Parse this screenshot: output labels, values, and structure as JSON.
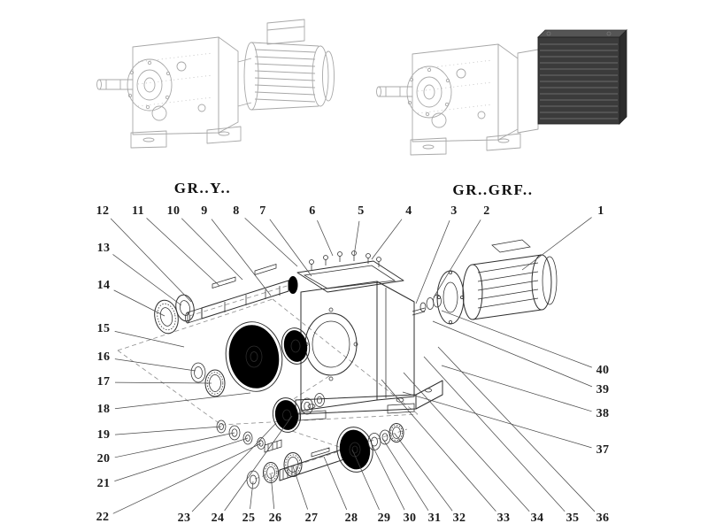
{
  "figure": {
    "left_model_label": "GR..Y..",
    "right_model_label": "GR..GRF..",
    "line_color_dark": "#2e2e2e",
    "line_color_light": "#a8a8a8",
    "callouts_top": [
      "12",
      "11",
      "10",
      "9",
      "8",
      "7",
      "6",
      "5",
      "4",
      "3",
      "2",
      "1"
    ],
    "callouts_left": [
      "13",
      "14",
      "15",
      "16",
      "17",
      "18",
      "19",
      "20",
      "21",
      "22"
    ],
    "callouts_bottom": [
      "23",
      "24",
      "25",
      "26",
      "27",
      "28",
      "29",
      "30",
      "31",
      "32",
      "33",
      "34",
      "35",
      "36"
    ],
    "callouts_right": [
      "40",
      "39",
      "38",
      "37"
    ]
  }
}
